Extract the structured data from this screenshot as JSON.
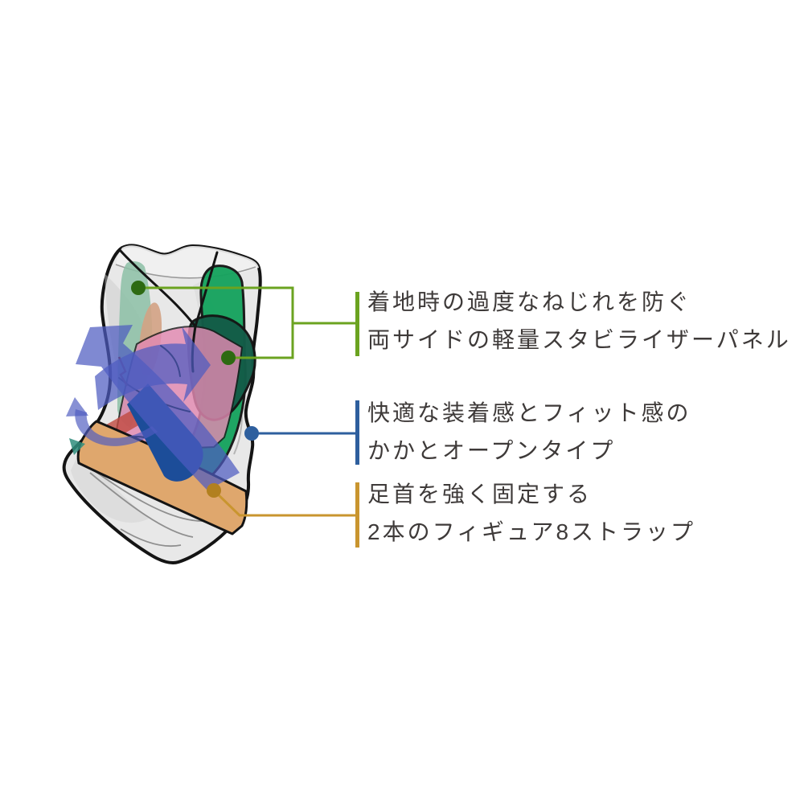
{
  "figure": {
    "name": "ankle-support-function-diagram",
    "colors": {
      "sock_fill": "#e8e8e8",
      "sock_rim": "#f1f1f1",
      "outline": "#141414",
      "seam_gray": "#8f8f8f",
      "shade_gray": "#c9c9c9",
      "panel_light_green": "#8cbfa6",
      "pad_tan": "#d3a284",
      "panel_emerald": "#16a35e",
      "panel_dark_teal": "#135c48",
      "panel_pink": "#e289b2",
      "strip_red": "#bf4a40",
      "strip_red_dark": "#7c221c",
      "strap_orange": "#dfa76d",
      "heel_teal": "#2f8d7c",
      "strap_navy": "#1c4d99",
      "arrow_blue": "#4e5bc0"
    }
  },
  "text_color": "#3e3a39",
  "annotations": [
    {
      "id": "stabilizer-panel",
      "accent": "#6ba320",
      "dot": "#2d6a12",
      "lines": [
        "着地時の過度なねじれを防ぐ",
        "両サイドの軽量スタビライザーパネル"
      ]
    },
    {
      "id": "heel-open-type",
      "accent": "#2e5f9e",
      "dot": "#2e5f9e",
      "lines": [
        "快適な装着感とフィット感の",
        "かかとオープンタイプ"
      ]
    },
    {
      "id": "figure8-strap",
      "accent": "#c9952f",
      "dot": "#b2801f",
      "lines": [
        "足首を強く固定する",
        "2本のフィギュア8ストラップ"
      ]
    }
  ]
}
